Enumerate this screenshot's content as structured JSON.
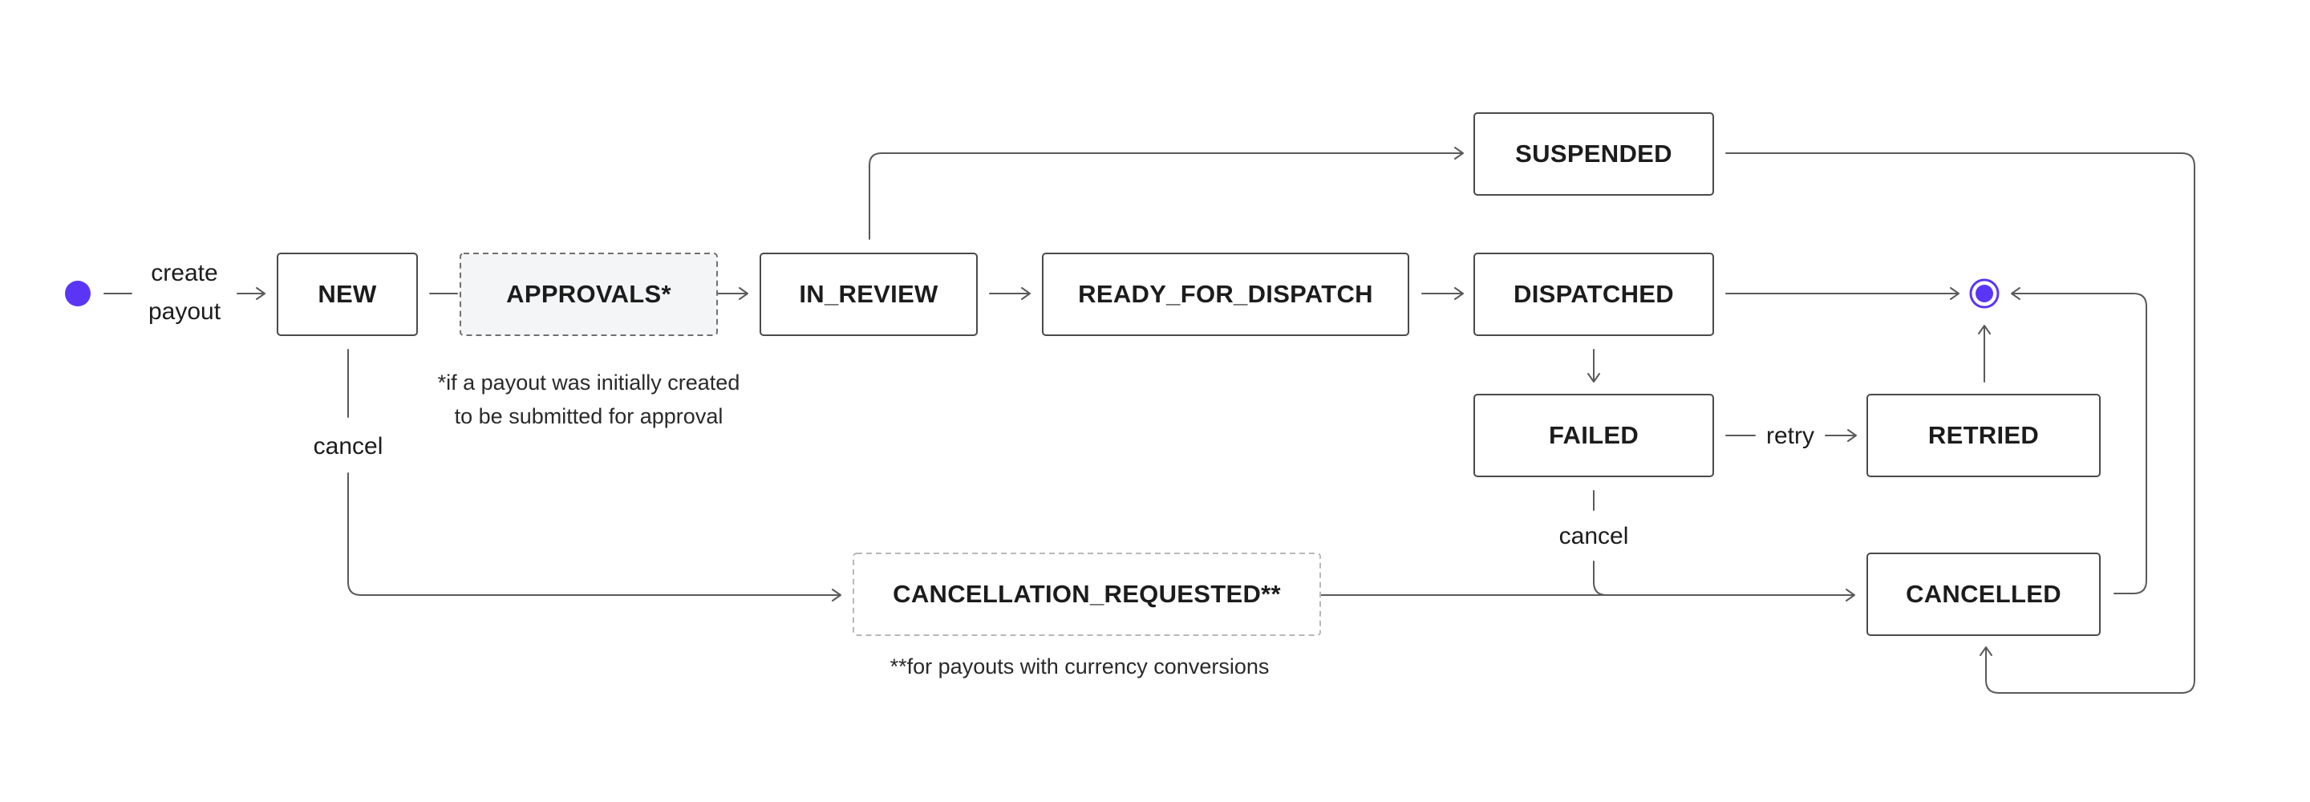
{
  "colors": {
    "accent": "#5b35f5",
    "line": "#5a5a5a",
    "box_border": "#4a4a4a",
    "approvals_fill": "#f4f5f6"
  },
  "diagram": {
    "start_marker": "filled-circle-icon",
    "end_marker": "ringed-circle-icon",
    "states": {
      "new": "NEW",
      "approvals": "APPROVALS*",
      "in_review": "IN_REVIEW",
      "ready_for_dispatch": "READY_FOR_DISPATCH",
      "suspended": "SUSPENDED",
      "dispatched": "DISPATCHED",
      "failed": "FAILED",
      "retried": "RETRIED",
      "cancellation_requested": "CANCELLATION_REQUESTED**",
      "cancelled": "CANCELLED"
    },
    "edge_labels": {
      "create_line1": "create",
      "create_line2": "payout",
      "cancel_from_new": "cancel",
      "cancel_from_failed": "cancel",
      "retry": "retry"
    },
    "notes": {
      "approvals_line1": "*if a payout was initially created",
      "approvals_line2": "to be submitted for approval",
      "cancellation": "**for payouts with currency conversions"
    }
  }
}
